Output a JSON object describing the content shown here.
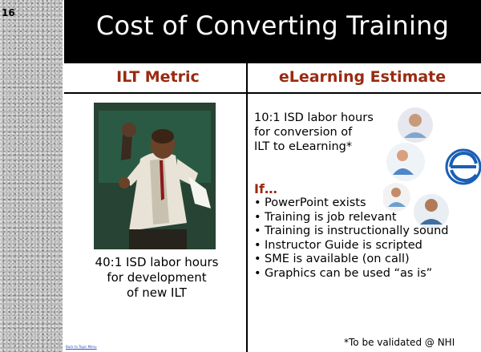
{
  "slide": {
    "number": "16",
    "title": "Cost of Converting Training",
    "back_link": "Back to Topic Menu"
  },
  "left_column": {
    "heading": "ILT Metric",
    "caption": [
      "40:1  ISD labor hours",
      "for development",
      "of new ILT"
    ]
  },
  "right_column": {
    "heading": "eLearning Estimate",
    "intro": [
      "10:1  ISD labor hours",
      "for conversion of",
      "ILT to eLearning*"
    ],
    "if_label": "If…",
    "bullets": [
      "PowerPoint exists",
      "Training is job relevant",
      "Training is instructionally sound",
      "Instructor Guide is scripted",
      "SME is available (on call)",
      "Graphics can be used “as is”"
    ],
    "footnote": "*To be validated @ NHI"
  },
  "colors": {
    "heading": "#9a2a10",
    "title_bar": "#000000",
    "icon_blue": "#1a5fb4"
  },
  "icons": [
    "instructor-photo",
    "elearning-e-logo"
  ]
}
